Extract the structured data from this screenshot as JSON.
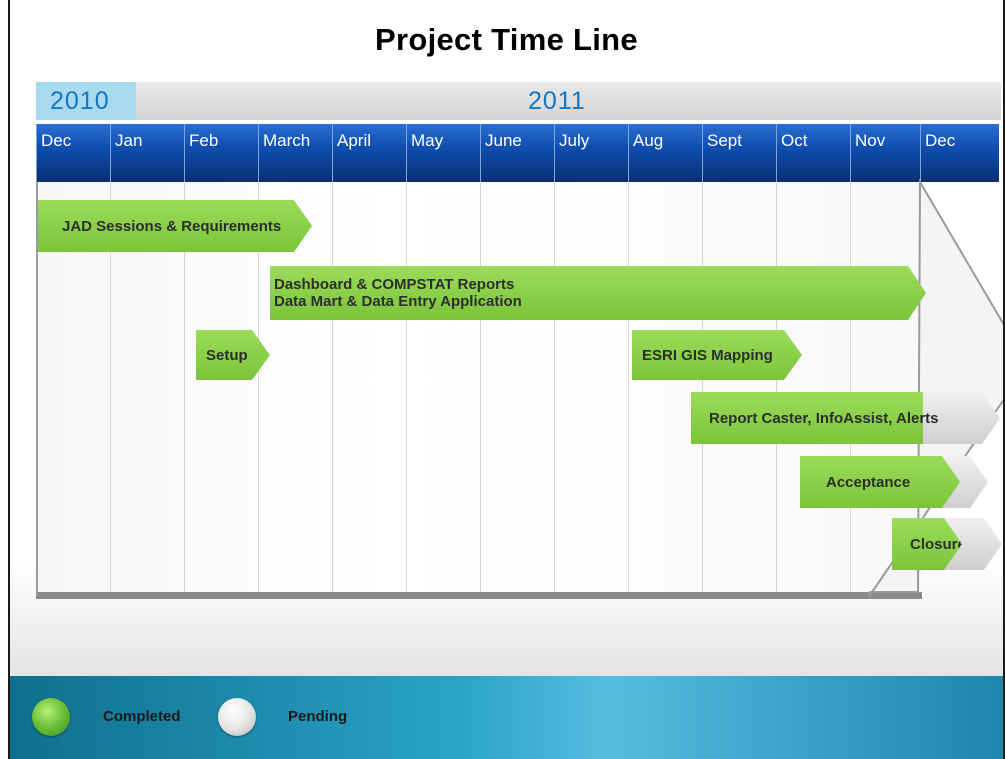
{
  "title": "Project Time Line",
  "years": {
    "y2010": "2010",
    "y2011": "2011"
  },
  "months": [
    "Dec",
    "Jan",
    "Feb",
    "March",
    "April",
    "May",
    "June",
    "July",
    "Aug",
    "Sept",
    "Oct",
    "Nov",
    "Dec"
  ],
  "tasks": {
    "jad": "JAD Sessions & Requirements",
    "dashboard_line1": "Dashboard & COMPSTAT Reports",
    "dashboard_line2": "Data Mart & Data Entry Application",
    "setup": "Setup",
    "esri": "ESRI GIS Mapping",
    "report_caster": "Report Caster, InfoAssist, Alerts",
    "acceptance": "Acceptance",
    "closure": "Closure"
  },
  "legend": {
    "completed": "Completed",
    "pending": "Pending"
  },
  "colors": {
    "completed": "#8ed14b",
    "pending": "#dcdcdc",
    "month_band": "#0f4fb0",
    "year_text": "#1676c0"
  }
}
